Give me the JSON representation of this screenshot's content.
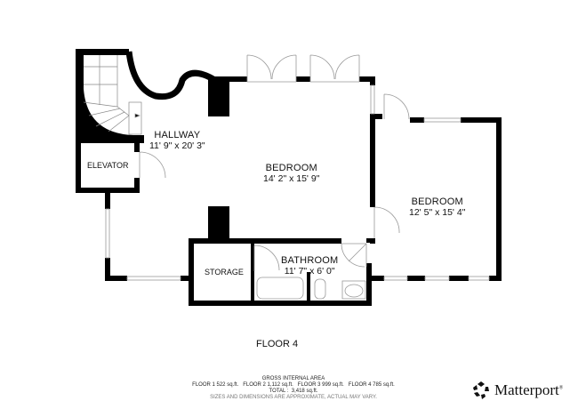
{
  "floor_plan": {
    "floor_label": "FLOOR 4",
    "rooms": [
      {
        "id": "hallway",
        "name": "HALLWAY",
        "dimensions": "11' 9\" x 20' 3\""
      },
      {
        "id": "elevator",
        "name": "ELEVATOR",
        "dimensions": ""
      },
      {
        "id": "bedroom-1",
        "name": "BEDROOM",
        "dimensions": "14' 2\" x 15' 9\""
      },
      {
        "id": "bedroom-2",
        "name": "BEDROOM",
        "dimensions": "12' 5\" x 15' 4\""
      },
      {
        "id": "bathroom",
        "name": "BATHROOM",
        "dimensions": "11' 7\" x 6' 0\""
      },
      {
        "id": "storage",
        "name": "STORAGE",
        "dimensions": ""
      }
    ]
  },
  "gross_internal_area": {
    "title": "GROSS INTERNAL AREA",
    "floors_line": "FLOOR 1 522 sq.ft.   FLOOR 2 1,112 sq.ft.   FLOOR 3 999 sq.ft.   FLOOR 4 785 sq.ft.",
    "floors": [
      {
        "floor": "FLOOR 1",
        "area": "522 sq.ft."
      },
      {
        "floor": "FLOOR 2",
        "area": "1,112 sq.ft."
      },
      {
        "floor": "FLOOR 3",
        "area": "999 sq.ft."
      },
      {
        "floor": "FLOOR 4",
        "area": "785 sq.ft."
      }
    ],
    "total": "TOTAL :  3,418 sq.ft.",
    "note": "SIZES AND DIMENSIONS ARE APPROXIMATE, ACTUAL MAY VARY."
  },
  "branding": {
    "logo_icon": "matterport-logo-icon",
    "name": "Matterport",
    "trademark": "®"
  }
}
